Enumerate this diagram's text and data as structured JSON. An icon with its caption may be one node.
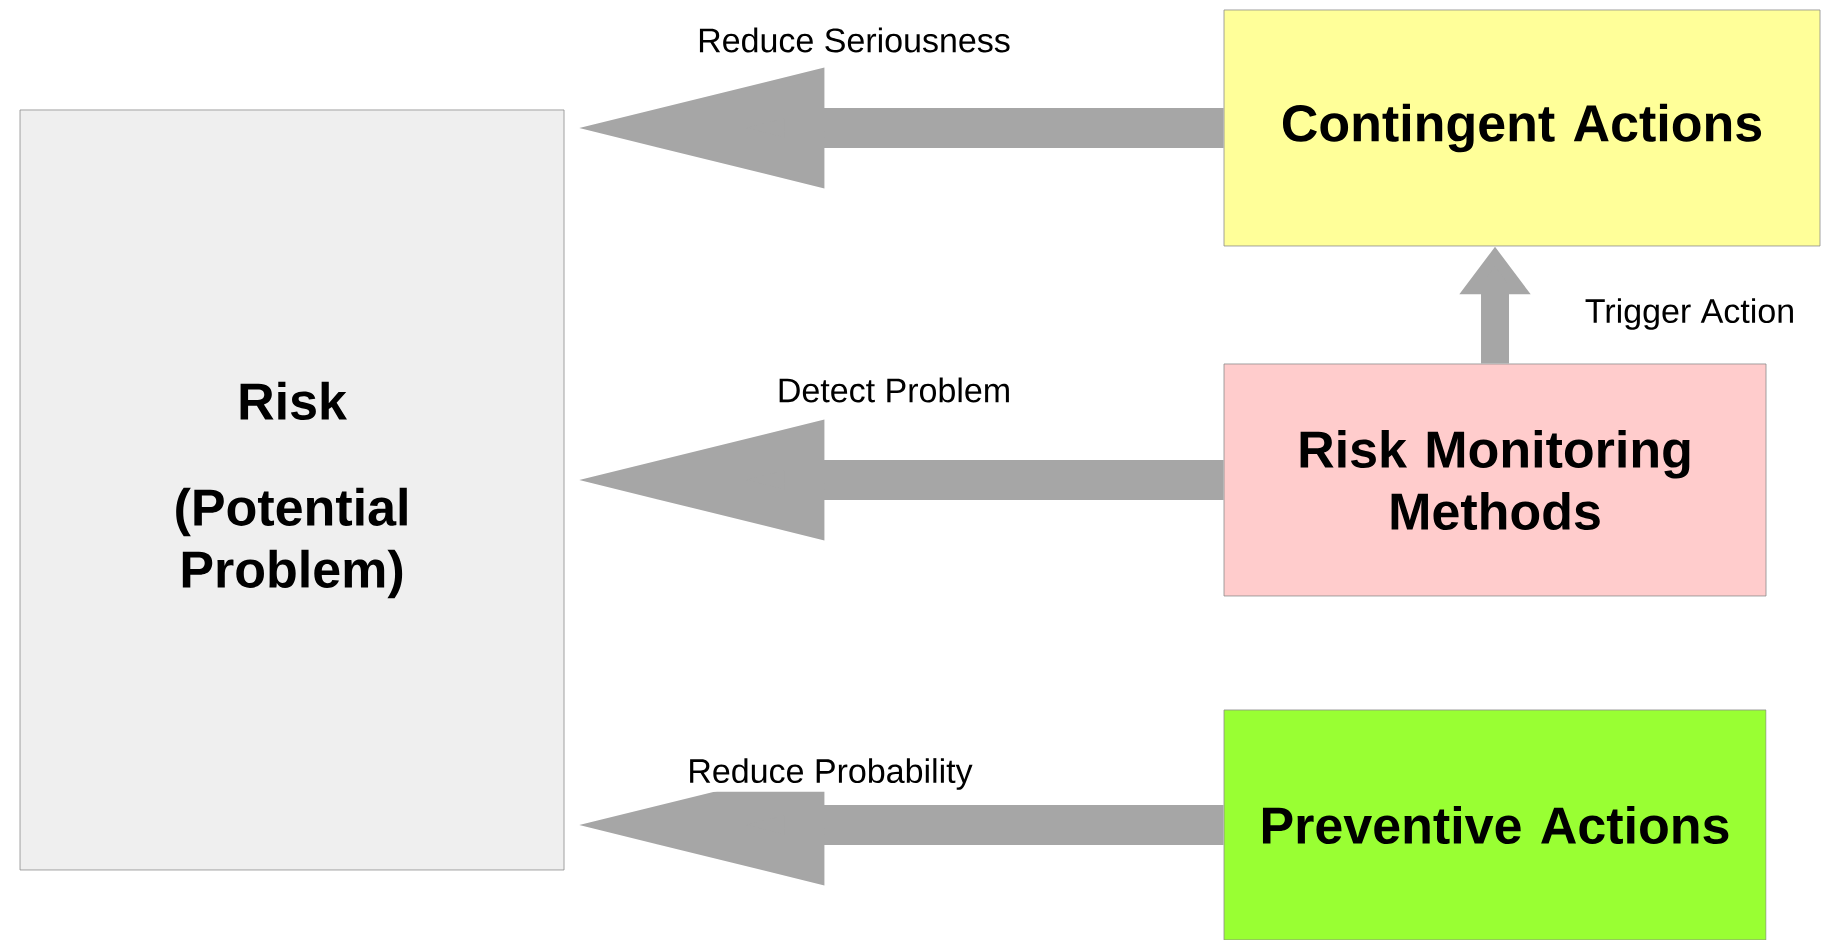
{
  "diagram": {
    "nodes": [
      {
        "text": [
          "Risk",
          "(Potential Problem)"
        ]
      },
      {
        "text": [
          "Contingent Actions"
        ]
      },
      {
        "text": [
          "Risk Monitoring Methods"
        ]
      },
      {
        "text": [
          "Preventive Actions"
        ]
      }
    ],
    "edges": [
      {
        "from": 1,
        "to": 0,
        "arrow": "to",
        "label": "Reduce Seriousness"
      },
      {
        "from": 2,
        "to": 0,
        "arrow": "to",
        "label": "Detect Problem"
      },
      {
        "from": 3,
        "to": 0,
        "arrow": "to",
        "label": "Reduce Probability"
      },
      {
        "from": 2,
        "to": 1,
        "arrow": "to",
        "label": "Trigger Action"
      }
    ]
  }
}
